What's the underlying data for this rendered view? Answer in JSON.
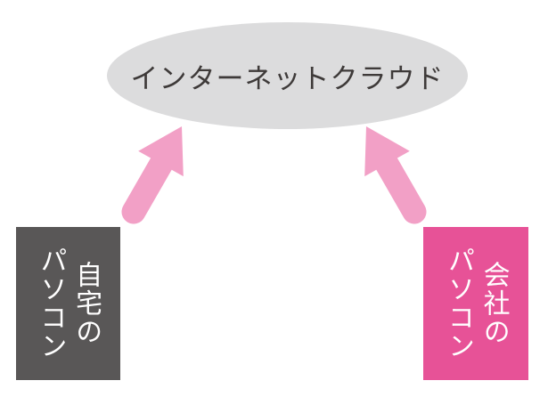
{
  "cloud": {
    "label": "インターネットクラウド"
  },
  "nodes": {
    "home": {
      "line1": "自宅の",
      "line2": "パソコン"
    },
    "office": {
      "line1": "会社の",
      "line2": "パソコン"
    }
  },
  "colors": {
    "cloud_fill": "#dcdcdd",
    "cloud_text": "#3e3a39",
    "home_box": "#595757",
    "office_box": "#e75297",
    "arrow": "#f2a0c6",
    "box_text": "#ffffff"
  }
}
